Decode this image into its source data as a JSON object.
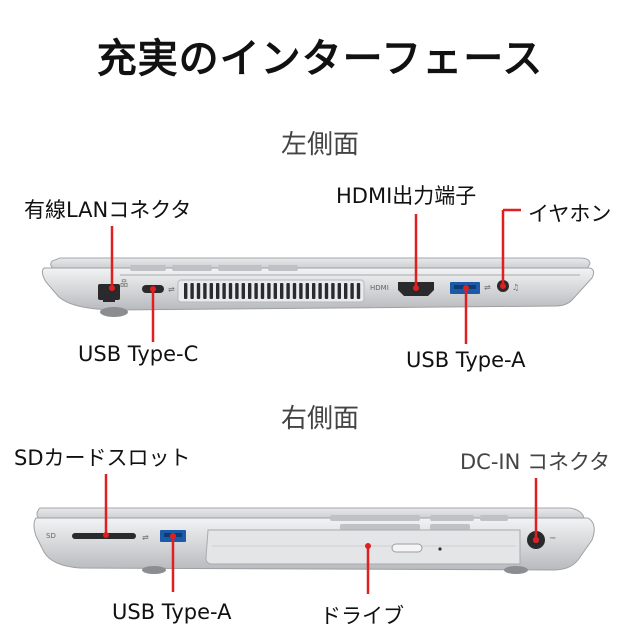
{
  "title": "充実のインターフェース",
  "left_side": {
    "heading": "左側面",
    "labels": {
      "lan": "有線LANコネクタ",
      "hdmi": "HDMI出力端子",
      "earphone": "イヤホン",
      "usb_c": "USB Type-C",
      "usb_a": "USB Type-A"
    },
    "port_marks": {
      "hdmi": "HDMI"
    }
  },
  "right_side": {
    "heading": "右側面",
    "labels": {
      "sd": "SDカードスロット",
      "dc_in": "DC-IN コネクタ",
      "usb_a": "USB Type-A",
      "drive": "ドライブ"
    }
  },
  "colors": {
    "leader": "#e02020",
    "chassis": "#d7d8da",
    "port": "#222222"
  }
}
